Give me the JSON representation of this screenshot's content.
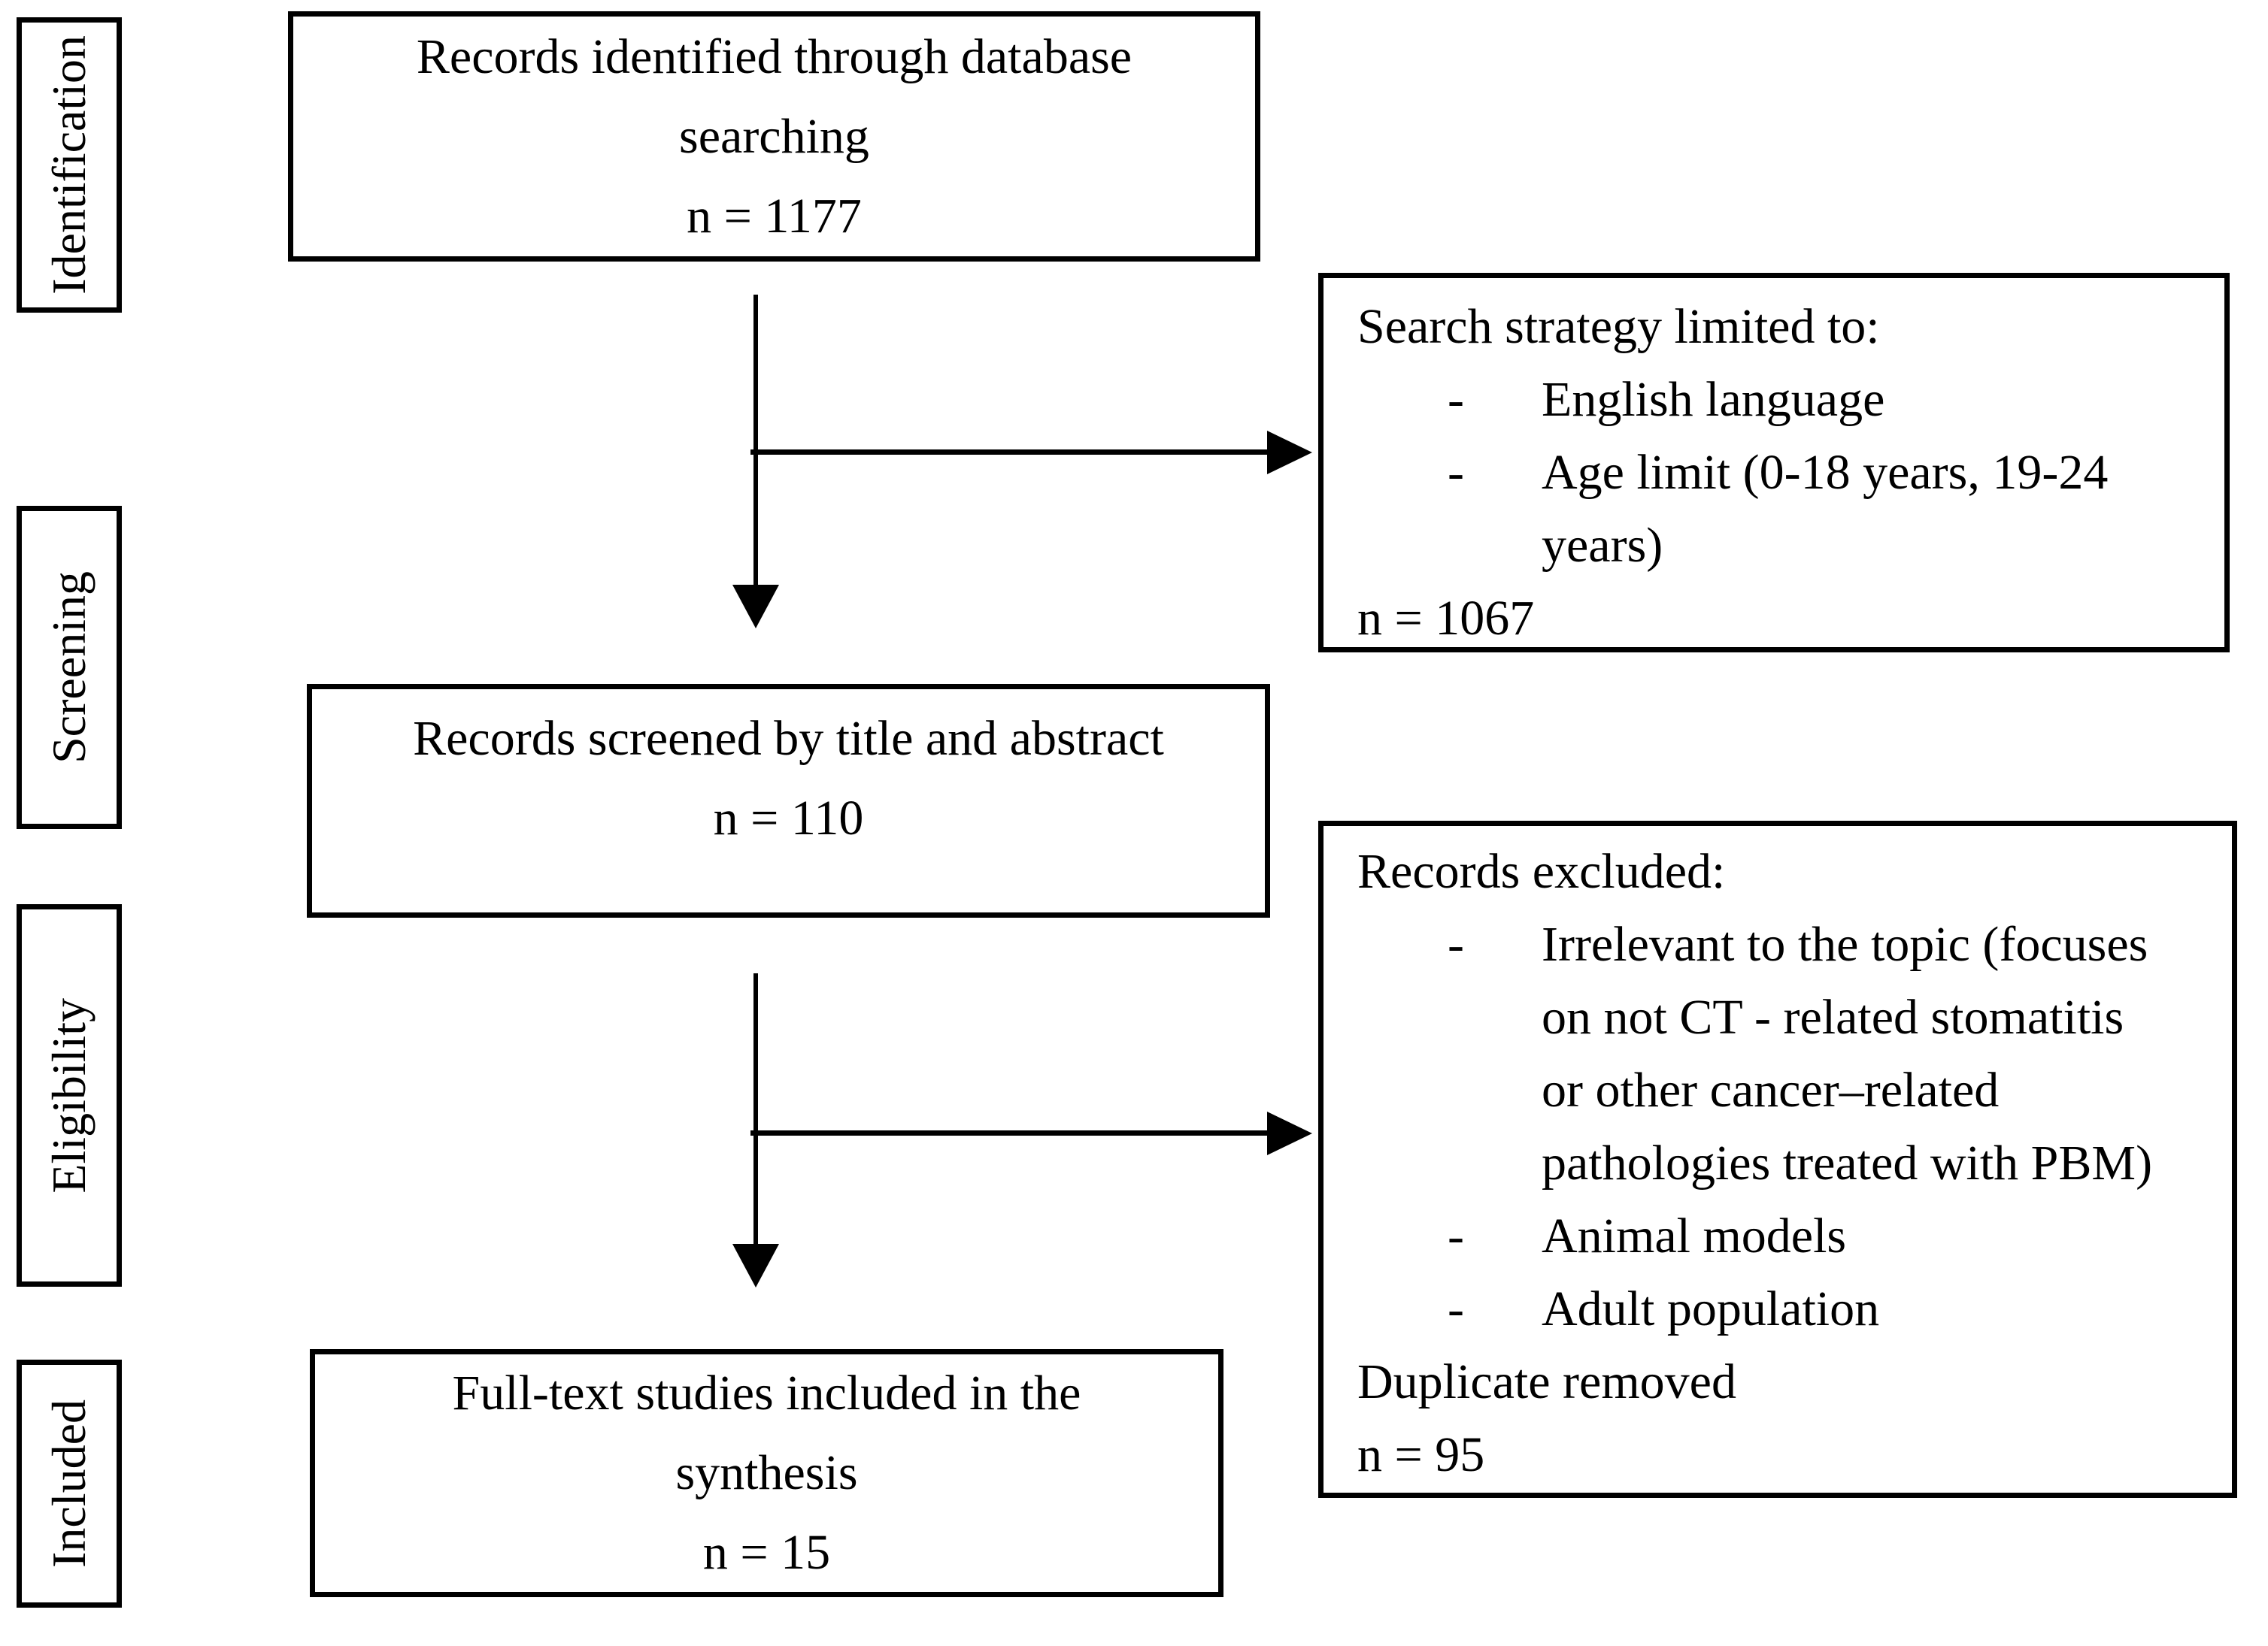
{
  "page": {
    "background": "#ffffff",
    "line_color": "#000000"
  },
  "bullet_marker": "-",
  "stages": [
    {
      "label": "Identification"
    },
    {
      "label": "Screening"
    },
    {
      "label": "Eligibility"
    },
    {
      "label": "Included"
    }
  ],
  "flow_boxes": [
    {
      "lines": [
        "Records identified through database",
        "searching",
        "n = 1177"
      ]
    },
    {
      "lines": [
        "Records screened by title and abstract",
        "n = 110"
      ]
    },
    {
      "lines": [
        "Full-text studies included in the",
        "synthesis",
        "n = 15"
      ]
    }
  ],
  "side_boxes": [
    {
      "title": "Search strategy limited to:",
      "bullets": [
        {
          "lines": [
            "English language"
          ]
        },
        {
          "lines": [
            "Age limit (0-18 years, 19-24",
            "years)"
          ]
        }
      ],
      "footer": [
        "n = 1067"
      ]
    },
    {
      "title": "Records excluded:",
      "bullets": [
        {
          "lines": [
            "Irrelevant to the topic (focuses",
            "on not CT - related stomatitis",
            "or other cancer–related",
            "pathologies treated with PBM)"
          ]
        },
        {
          "lines": [
            "Animal models"
          ]
        },
        {
          "lines": [
            "Adult population"
          ]
        }
      ],
      "footer": [
        "Duplicate removed",
        "n = 95"
      ]
    }
  ]
}
